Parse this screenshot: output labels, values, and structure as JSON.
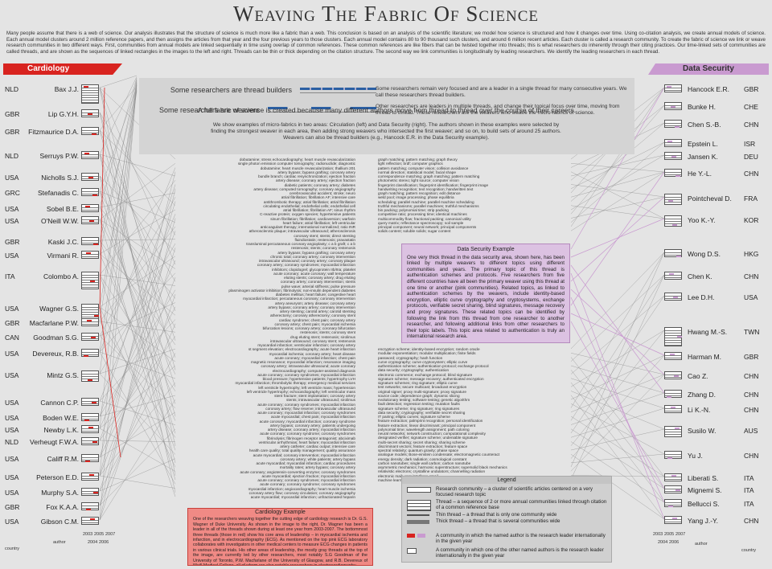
{
  "title": "Weaving The Fabric Of Science",
  "intro": "Many people assume that there is a web of science. Our analysis illustrates that the structure of science is much more like a fabric than a web. This conclusion is based on an analysis of the scientific literature; we model how science is structured and how it changes over time. Using co-citation analysis, we create annual models of science. Each annual model clusters around 2 million reference papers, and then assigns the articles from that year and the four previous years to those clusters. Each annual model contains 80 to 90 thousand such clusters, and around 6 million recent articles. Each cluster is called a research community. To create the fabric of science we link or weave research communities in two different ways. First, communities from annual models are linked sequentially in time using overlap of common references. These common references are like fibers that can be twisted together into threads; this is what researchers do inherently through their citing practices. Our time-linked sets of communities are called threads, and are shown as the sequences of linked rectangles in the images to the left and right. Threads can be thin or thick depending on the citation structure. The second way we link communities is longitudinally by leading researchers. We identify the leading researchers in each thread.",
  "banners": {
    "cardio": "Cardiology",
    "ds": "Data Security"
  },
  "center": {
    "builders": "Some researchers are thread builders",
    "weavers": "Some researchers are weavers",
    "builders_text": "Some researchers remain very focused and are a leader in a single thread for many consecutive years. We call these researchers thread builders.",
    "weavers_text": "Other researchers are leaders in multiple threads, and change their topical focus over time, moving from thread to thread. These researchers are the weavers who weave the micro-fabrics of science.",
    "fabric": "A full fabric of science is created because many different authors move from thread to thread over the course of their careers.",
    "showex": "We show examples of micro-fabrics in two areas: Circulation (left) and Data Security (right). The authors shown in these examples were selected by finding the strongest weaver in each area, then adding strong weavers who intersected the first weaver; and so on, to build sets of around 25 authors. Weavers can also be thread builders (e.g., Hancock E.R. in the Data Security example)."
  },
  "cardio_authors": [
    {
      "country": "NLD",
      "name": "Bax J.J."
    },
    {
      "country": "GBR",
      "name": "Lip G.Y.H."
    },
    {
      "country": "GBR",
      "name": "Fitzmaurice D.A."
    },
    {
      "country": "NLD",
      "name": "Serruys P.W."
    },
    {
      "country": "USA",
      "name": "Nicholls S.J."
    },
    {
      "country": "GRC",
      "name": "Stefanadis C."
    },
    {
      "country": "USA",
      "name": "Sobel B.E."
    },
    {
      "country": "USA",
      "name": "O'Neill W.W."
    },
    {
      "country": "GBR",
      "name": "Kaski J.C."
    },
    {
      "country": "USA",
      "name": "Virmani R."
    },
    {
      "country": "ITA",
      "name": "Colombo A."
    },
    {
      "country": "USA",
      "name": "Wagner G.S."
    },
    {
      "country": "GBR",
      "name": "Macfarlane P.W."
    },
    {
      "country": "CAN",
      "name": "Goodman S.G."
    },
    {
      "country": "USA",
      "name": "Devereux, R.B."
    },
    {
      "country": "USA",
      "name": "Mintz G.S."
    },
    {
      "country": "USA",
      "name": "Cannon C.P."
    },
    {
      "country": "USA",
      "name": "Boden W.E."
    },
    {
      "country": "USA",
      "name": "Newby L.K."
    },
    {
      "country": "NLD",
      "name": "Verheugt F.W.A."
    },
    {
      "country": "USA",
      "name": "Califf R.M."
    },
    {
      "country": "USA",
      "name": "Peterson E.D."
    },
    {
      "country": "USA",
      "name": "Murphy S.A."
    },
    {
      "country": "GBR",
      "name": "Fox K.A.A."
    },
    {
      "country": "USA",
      "name": "Gibson C.M."
    }
  ],
  "ds_authors": [
    {
      "country": "GBR",
      "name": "Hancock E.R."
    },
    {
      "country": "CHE",
      "name": "Bunke H."
    },
    {
      "country": "CHN",
      "name": "Chen S.-B."
    },
    {
      "country": "ISR",
      "name": "Epstein L."
    },
    {
      "country": "DEU",
      "name": "Jansen K."
    },
    {
      "country": "CHN",
      "name": "He Y.-L."
    },
    {
      "country": "FRA",
      "name": "Pointcheval D."
    },
    {
      "country": "KOR",
      "name": "Yoo K.-Y."
    },
    {
      "country": "HKG",
      "name": "Wong D.S."
    },
    {
      "country": "CHN",
      "name": "Chen K."
    },
    {
      "country": "USA",
      "name": "Lee D.H."
    },
    {
      "country": "TWN",
      "name": "Hwang M.-S."
    },
    {
      "country": "GBR",
      "name": "Harman M."
    },
    {
      "country": "CHN",
      "name": "Cao Z."
    },
    {
      "country": "CHN",
      "name": "Zhang D."
    },
    {
      "country": "CHN",
      "name": "Li K.-N."
    },
    {
      "country": "AUS",
      "name": "Susilo W."
    },
    {
      "country": "CHN",
      "name": "Yu J."
    },
    {
      "country": "ITA",
      "name": "Liberati S."
    },
    {
      "country": "ITA",
      "name": "Mignemi S."
    },
    {
      "country": "ITA",
      "name": "Bellucci S."
    },
    {
      "country": "CHN",
      "name": "Yang J.-Y."
    }
  ],
  "axis": {
    "y2003": "2003",
    "y2004": "2004",
    "y2005": "2005",
    "y2006": "2006",
    "y2007": "2007",
    "country": "country",
    "author": "author"
  },
  "cardio_topics": [
    "dobutamine; stress echocardiography; heart muscle revascularization",
    "single photon emission computer tomography; radionuclide; diagnostic",
    "dobutamine; heart muscle revascularization; thallium 201",
    "artery bypass; bypass grafting; coronary artery",
    "bundle branch; cardiac resynchronization; ejection fraction",
    "artery disease; coronary artery; ejection fraction",
    "diabetic patients; coronary artery; diabetes",
    "artery disease; computed tomography; coronary angiography",
    "cerebrovascular accident; stroke; neuro",
    "atrial fibrillation; fibrillation AF; intensive care",
    "antithrombotic therapy; atrial fibrillation; atrial fibrillation",
    "circulating endothelial; endothelial cells; endothelial cell",
    "atrial fibrillation; fibrillation AF; sinus rhythm",
    "C-reactive protein; oxygen species; hypertensive patients",
    "sinum fibrillation; fibrillation; cardioversion; warfarin",
    "heart failure; atrial fibrillation; left ventricular",
    "anticoagulant therapy; international normalized; ratio INR",
    "atherosclerotic plaque; intravascular ultrasound; atherosclerosis",
    "coronary stent; stents; direct stenting",
    "fluindiostatin; restenosis; pravastatin",
    "transluminal percutaneous coronary angioplasty; c a b graft; c a b",
    "restenosis; stents; coronary restenosis",
    "artery bypass; bypass grafting; coronary artery",
    "chronic total; coronary artery; coronary intervention",
    "intravascular ultrasound; coronary artery; coronary plaque",
    "coronary artery; coronary syndromes; myocardial infarction",
    "inhibitors; clopidogrel; glycoprotein IIb/IIIa; platelet",
    "acute coronary; acute coronary; wall temperature",
    "eluting stents; coronary artery; drug eluting",
    "coronary artery; coronary intervention; stents",
    "pulse wave; arterial stiffness; pulse pressure",
    "plasminogen activator inhibition; fibrinolysis; non-insulin dependent diabetes",
    "diabetes mellitus; heart failure; congestive heart",
    "myocardial infarction; percutaneous coronary; coronary intervention",
    "artery aneurysm; artery disease; coronary artery",
    "artery bypass; coronary artery; coronary intervention",
    "artery stenting; carotid artery; carotid stenting",
    "atherectomy; coronary atherectomy; coronary stent",
    "cardiac syndrome; chest pain; coronary artery",
    "coronary artery; chest pain; myocardial ischemia",
    "bifurcation lesions; coronary artery; coronary bifurcation",
    "restenosis; stents; coronary stent",
    "drug eluting stent; restenosis; sirolimus",
    "intravascular ultrasound; coronary stent; restenosis",
    "myocardial infarction; ventricular infarction; coronary artery",
    "st segment elevation; electrocardiography; acute heart infarction",
    "myocardial ischemia; coronary artery; heart disease",
    "acute coronary; myocardial infarction; chest pain",
    "magnetic resonance; myocardial infarction; resonance imaging",
    "coronary artery; intravascular ultrasound; acute coronary",
    "electrocardiography; computer-assisted diagnosis",
    "acute coronary; coronary syndromes; myocardial infarction",
    "blood pressure; hypertensive patients; hypertrophy LVH",
    "myocardial infarction; thrombolytic therapy; emergency medical services",
    "left ventricle hypertrophy; left ventricle mass; hypertension",
    "left ventricle hypertrophy; echocardiography; left ventricular mass",
    "stent fracture; stent implantation; coronary artery",
    "stents; intravascular ultrasound; sirolimus",
    "acute coronary; coronary syndromes; myocardial infarction",
    "coronary artery; flow reserve; intravascular ultrasound",
    "acute coronary; myocardial infarction; coronary syndromes",
    "acute myocardial; chest pain; myocardial infarction",
    "acute coronary; myocardial infarction; coronary syndrome",
    "artery bypass; coronary artery; patients undergoing",
    "artery disease; coronary artery; myocardial infarction",
    "acute coronary; coronary syndrome; coronary syndromes",
    "fibrinolysis; fibrinogen receptor antagonist; abciximab",
    "ventricular arrhythmias; heart failure; myocardial infarction",
    "artery catheter; cardiac output; intensive care",
    "health care quality; total quality management; quality assurance",
    "acute myocardial; coronary intervention; myocardial infarction",
    "coronary artery; white patients; artery bypass",
    "acute myocardial; myocardial infarction; cardiac procedures",
    "mortality rates; artery bypass; coronary artery",
    "acute coronary; angiotensin-converting enzyme; coronary syndromes",
    "acute myocardial; ejection fraction; myocardial infarction",
    "acute coronary; coronary syndromes; myocardial infarction",
    "acute coronary; coronary syndrome; coronary syndromes",
    "myocardial infarction; angiocardiography; heart muscle ischemia",
    "coronary artery flow; coronary circulation; coronary angiography",
    "acute myocardial; myocardial infarction; unfractionated heparin"
  ],
  "ds_topics_top": [
    "graph matching; pattern matching; graph theory",
    "light reflection; brdf; computer graphics",
    "pattern matching; computer vision; collision avoidance",
    "normal direction; statistical model; facial shape",
    "correspondence matching; graph matching; pattern matching",
    "photometric stereo; light source; computer vision",
    "fingerprint classification; fingerprint identification; fingerprint image",
    "handwriting recognition; text recognition; handwritten text",
    "graph matching; pattern recognition; edit distance",
    "weld pool; image processing; phase equilibria",
    "scheduling; parallel machine; parallel machine scheduling",
    "truthful mechanisms; parallel machines; truthful mechanisms",
    "bin packing; polynomial time; strip packing",
    "competitive ratio; processing time; identical machines",
    "multicommodity flow; fractional packing; canonical utility",
    "query matrix; reflectance spectroscopy; soil sample",
    "principal component; neural network; principal components",
    "solids content; soluble solids; sugar content"
  ],
  "ds_topics_bottom": [
    "encryption scheme; identity-based encryption; random oracle",
    "modular exponentiation; modular multiplication; finite fields",
    "password; cryptography; hash function",
    "curve cryptography; curve cryptosystem; elliptic curve",
    "authentication scheme; authentication protocol; exchange protocol",
    "data security; cryptography; authentication",
    "electronic commerce; exchange protocol; blind signature",
    "signature scheme; message recovery; authenticated encryption",
    "signature schemes; ring signature; elliptic curve",
    "test networks; secure multicast; broadcast encryption",
    "original signer; proxy multi-signature; proxy signature",
    "source code; dependence graph; dynamic slicing",
    "evolutionary testing; software testing; genetic algorithm",
    "fault detection; regression testing; mutation faults",
    "signature scheme; ring signature; ring signatures",
    "data security; cryptography; verifiable secret sharing",
    "IT pairing; elliptic curves; signature scheme",
    "feature extraction; palmprint recognition; personal identification",
    "feature extraction; linear discriminant; principal component",
    "polynomial time; wavelength assignment; path coloring",
    "neural networks; network construction; computational complexity",
    "designated verifier; signature scheme; undeniable signature",
    "multi-secret sharing; secret sharing; sharing scheme",
    "discriminant vectors; feature extraction; feature space",
    "spectral relativity; quantum gravity; phase space",
    "analogue models; Bose-einstein condensate; electromagnetic counteract",
    "energy density; dark radiation; cosmological constant",
    "carbon nanotubes; single wall carbon; carbon nanotube",
    "asymmetric mechanics; harmonic superstructure; supersolid black mechanics",
    "relativistic electrons; crystalline undulators; channelling radiation",
    "electronic mail; user interface; email",
    "machine learning; decision tree; class labels"
  ],
  "cardio_example": {
    "heading": "Cardiology Example",
    "text": "One of the researchers weaving together the cutting edge of cardiology research is Dr. G.S. Wagner of Duke University. As shown in the image to the right, Dr. Wagner has been a leader in all of the threads shown during at least one year from 2003-2007. The bottommost three threads (those in red) show his core area of leadership – in myocardial ischemia and infarction, and in electrocardiography (ECG). As mentioned on the top pink ECG laboratory collaborates with investigators in other medical centers to measure ECG changes in patients in various clinical trials. His other areas of leadership, the mostly gray threads at the top of the image, are currently led by other researchers, most notably S.G Goodman of the University of Toronto, P.W. Macfarlane of the University of Glasgow, and R.B. Devereux of Weill Medical College, all of whom are also notable researchers in electrocardiography."
  },
  "ds_example": {
    "heading": "Data Security Example",
    "text": "One very thick thread in the data security area, shown here, has been linked by multiple weavers to different topics using different communities and years. The primary topic of this thread is authentication schemes and protocols. Five researchers from five different countries have all been the primary weaver using this thread at one time or another (pink communities). Related topics, as linked to authentication schemes by the weavers, include identity-based encryption, elliptic curve cryptography and cryptosystems, exchange protocols, verifiable secret sharing, blind signatures, message recovery and proxy signatures. These related topics can be identified by following the link from this thread from one researcher to another researcher, and following additional links from other researchers to their topic labels. This topic area related to authentication is truly an international research area."
  },
  "legend": {
    "heading": "Legend",
    "items": [
      "Research community – a cluster of scientific articles centered on a very focused research topic",
      "Thread – a sequence of 2 or more annual communities linked through citation of a common reference base",
      "Thin thread – a thread that is only one community wide",
      "Thick thread – a thread that is several communities wide",
      "A community in which the named author is the research leader internationally in the given year",
      "A community in which one of the other named authors is the research leader internationally in the given year"
    ]
  },
  "colors": {
    "cardio": "#d8231f",
    "ds": "#c99ad0",
    "cardio_box": "#f08a85",
    "ds_box": "#dcc2e2"
  }
}
